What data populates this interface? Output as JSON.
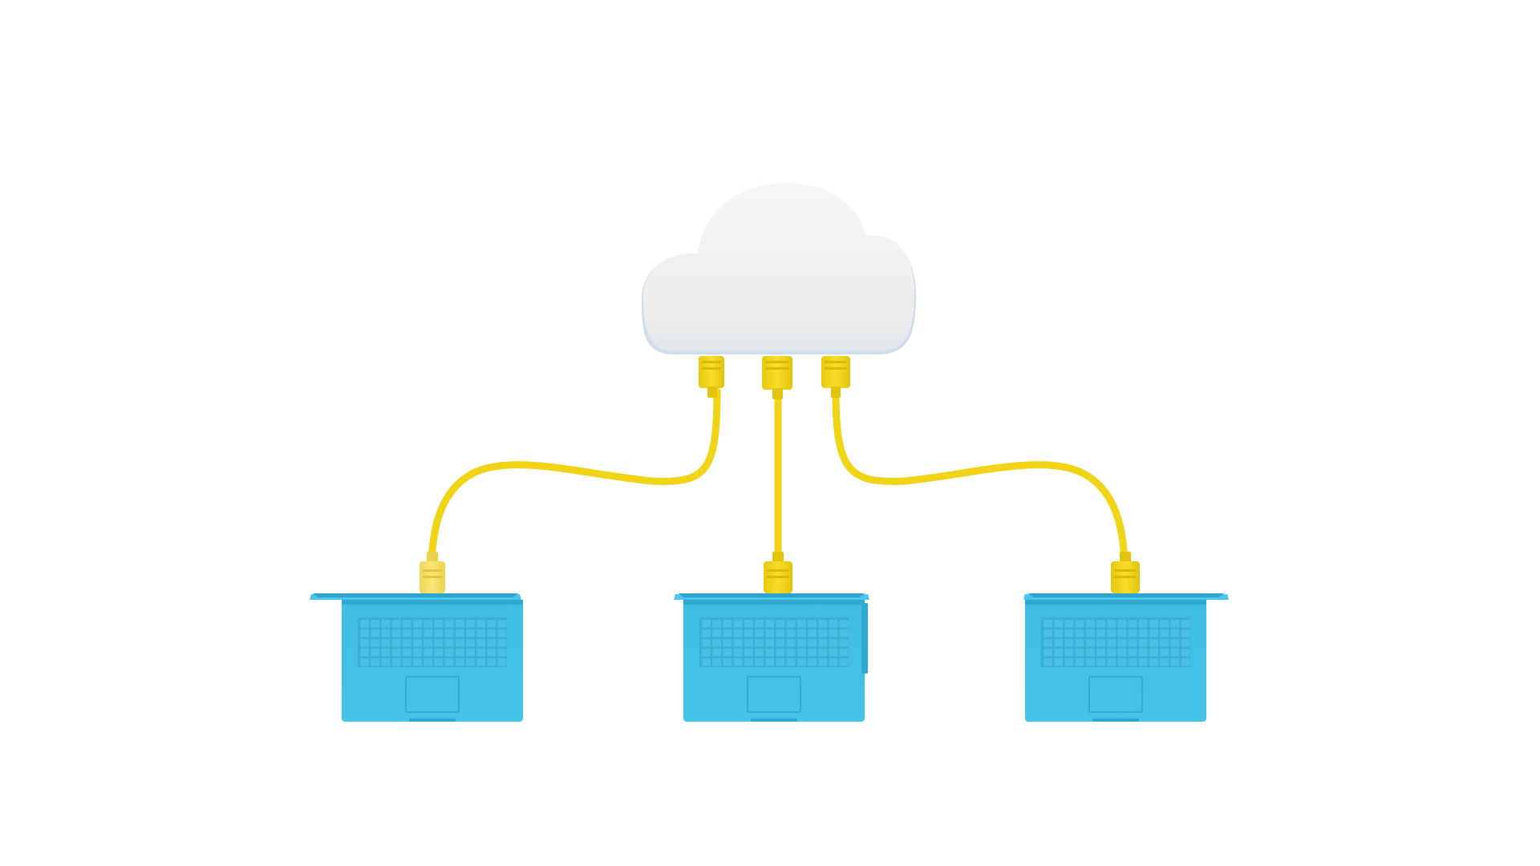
{
  "scene": {
    "subject": "cloud-network",
    "background_color": "#ffffff",
    "colors": {
      "cloud": "#f2f2f2",
      "cloud_shadow": "#c9d9ea",
      "cable": "#f0d417",
      "cable_shade": "#d9bd0c",
      "connector": "#f3d820",
      "connector_light": "#f6e265",
      "laptop": "#42c0e6",
      "laptop_light": "#58cdef",
      "laptop_dark": "#2fa9d3",
      "keyboard_key": "#3cb2dc"
    },
    "laptops": [
      {
        "id": "left"
      },
      {
        "id": "center"
      },
      {
        "id": "right"
      }
    ],
    "cables": [
      {
        "from": "cloud",
        "to": "left"
      },
      {
        "from": "cloud",
        "to": "center"
      },
      {
        "from": "cloud",
        "to": "right"
      }
    ]
  }
}
